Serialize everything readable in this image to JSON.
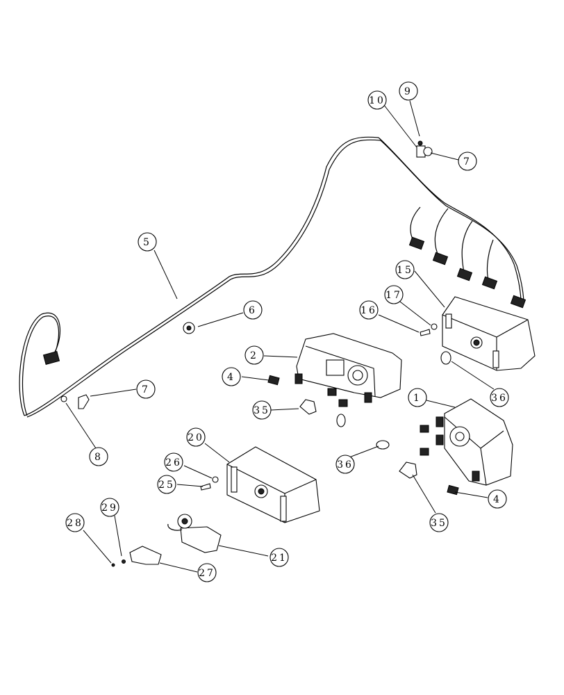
{
  "callouts": [
    {
      "id": "c1",
      "label": "1"
    },
    {
      "id": "c2",
      "label": "2"
    },
    {
      "id": "c4a",
      "label": "4"
    },
    {
      "id": "c4b",
      "label": "4"
    },
    {
      "id": "c5",
      "label": "5"
    },
    {
      "id": "c6",
      "label": "6"
    },
    {
      "id": "c7a",
      "label": "7"
    },
    {
      "id": "c7b",
      "label": "7"
    },
    {
      "id": "c8",
      "label": "8"
    },
    {
      "id": "c9",
      "label": "9"
    },
    {
      "id": "c10",
      "label": "10"
    },
    {
      "id": "c15",
      "label": "15"
    },
    {
      "id": "c16",
      "label": "16"
    },
    {
      "id": "c17",
      "label": "17"
    },
    {
      "id": "c20",
      "label": "20"
    },
    {
      "id": "c21",
      "label": "21"
    },
    {
      "id": "c25",
      "label": "25"
    },
    {
      "id": "c26",
      "label": "26"
    },
    {
      "id": "c27",
      "label": "27"
    },
    {
      "id": "c28",
      "label": "28"
    },
    {
      "id": "c29",
      "label": "29"
    },
    {
      "id": "c35a",
      "label": "35"
    },
    {
      "id": "c35b",
      "label": "35"
    },
    {
      "id": "c36a",
      "label": "36"
    },
    {
      "id": "c36b",
      "label": "36"
    }
  ]
}
